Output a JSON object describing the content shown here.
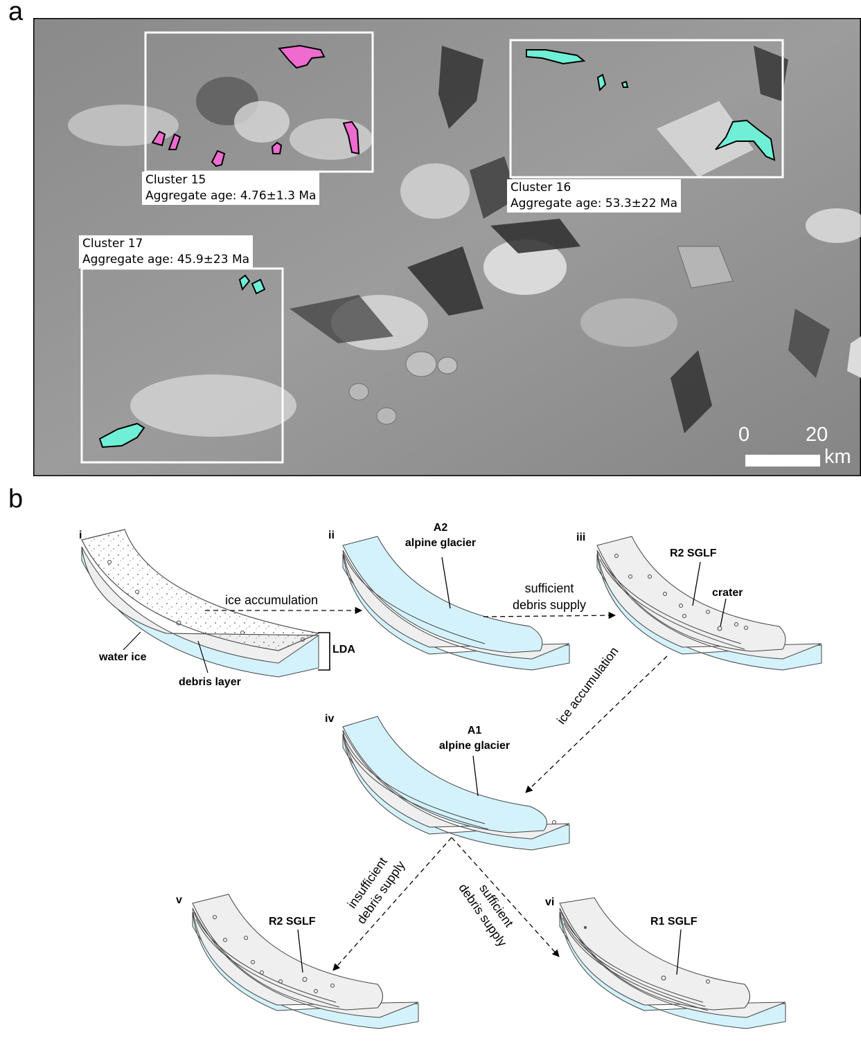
{
  "panel_a": {
    "letter": "a",
    "clusters": [
      {
        "name": "Cluster 15",
        "age": "Aggregate age: 4.76±1.3 Ma",
        "color": "#f06bd0"
      },
      {
        "name": "Cluster 16",
        "age": "Aggregate age: 53.3±22 Ma",
        "color": "#6ff0d6"
      },
      {
        "name": "Cluster 17",
        "age": "Aggregate age: 45.9±23 Ma",
        "color": "#6ff0d6"
      }
    ],
    "scale_bar": {
      "start": "0",
      "end": "20",
      "unit": "km"
    }
  },
  "panel_b": {
    "letter": "b",
    "stages": {
      "i": {
        "numeral": "i",
        "water_ice": "water ice",
        "debris_layer": "debris layer",
        "lda": "LDA"
      },
      "ii": {
        "numeral": "ii",
        "title_1": "A2",
        "title_2": "alpine glacier"
      },
      "iii": {
        "numeral": "iii",
        "title": "R2 SGLF",
        "crater": "crater"
      },
      "iv": {
        "numeral": "iv",
        "title_1": "A1",
        "title_2": "alpine glacier"
      },
      "v": {
        "numeral": "v",
        "title": "R2 SGLF"
      },
      "vi": {
        "numeral": "vi",
        "title": "R1 SGLF"
      }
    },
    "arrows": {
      "i_to_ii": "ice accumulation",
      "ii_to_iii_1": "sufficient",
      "ii_to_iii_2": "debris supply",
      "iii_to_iv": "ice accumulation",
      "iv_to_v_1": "insufficient",
      "iv_to_v_2": "debris supply",
      "iv_to_vi_1": "sufficient",
      "iv_to_vi_2": "debris supply"
    },
    "colors": {
      "ice": "#d4f2fb",
      "debris": "#efefef",
      "outline": "#444444"
    }
  }
}
